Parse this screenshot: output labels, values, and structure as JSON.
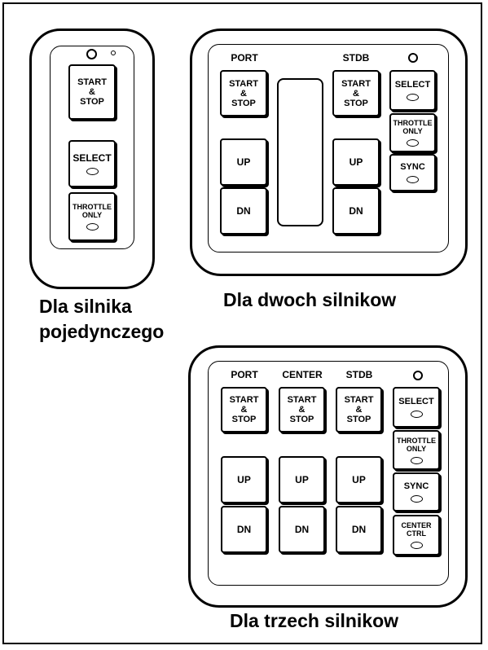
{
  "single": {
    "caption_line1": "Dla silnika",
    "caption_line2": "pojedynczego",
    "start_stop": "START\n&\nSTOP",
    "select": "SELECT",
    "throttle_only": "THROTTLE\nONLY"
  },
  "dual": {
    "caption": "Dla dwoch silnikow",
    "port": "PORT",
    "stdb": "STDB",
    "port_start_stop": "START\n&\nSTOP",
    "stdb_start_stop": "START\n&\nSTOP",
    "port_up": "UP",
    "port_dn": "DN",
    "stdb_up": "UP",
    "stdb_dn": "DN",
    "select": "SELECT",
    "throttle_only": "THROTTLE\nONLY",
    "sync": "SYNC"
  },
  "triple": {
    "caption": "Dla trzech silnikow",
    "port": "PORT",
    "center": "CENTER",
    "stdb": "STDB",
    "port_start_stop": "START\n&\nSTOP",
    "center_start_stop": "START\n&\nSTOP",
    "stdb_start_stop": "START\n&\nSTOP",
    "port_up": "UP",
    "center_up": "UP",
    "stdb_up": "UP",
    "port_dn": "DN",
    "center_dn": "DN",
    "stdb_dn": "DN",
    "select": "SELECT",
    "throttle_only": "THROTTLE\nONLY",
    "sync": "SYNC",
    "center_ctrl": "CENTER\nCTRL"
  }
}
